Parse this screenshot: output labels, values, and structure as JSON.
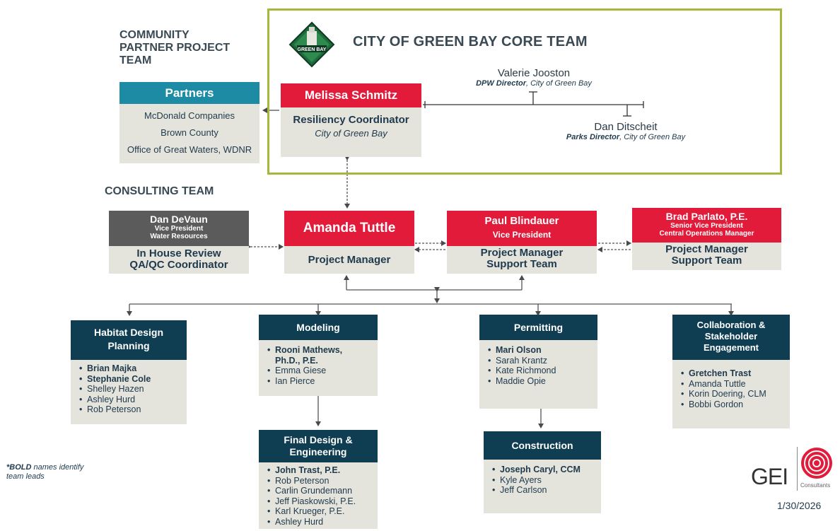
{
  "community": {
    "title_line1": "COMMUNITY",
    "title_line2": "PARTNER PROJECT",
    "title_line3": "TEAM",
    "partners_header": "Partners",
    "partners": [
      "McDonald Companies",
      "Brown County",
      "Office of Great Waters, WDNR"
    ]
  },
  "core": {
    "title": "CITY OF GREEN BAY  CORE TEAM",
    "melissa_name": "Melissa Schmitz",
    "melissa_role": "Resiliency Coordinator",
    "melissa_org": "City of Green Bay",
    "valerie_name": "Valerie Jooston",
    "valerie_title_bold": "DPW Director",
    "valerie_title_rest": ", City of Green Bay",
    "dan_name": "Dan Ditscheit",
    "dan_title_bold": "Parks Director",
    "dan_title_rest": ", City of Green Bay"
  },
  "consulting": {
    "title": "CONSULTING TEAM",
    "devaun_name": "Dan DeVaun",
    "devaun_title1": "Vice President",
    "devaun_title2": "Water Resources",
    "devaun_role1": "In House Review",
    "devaun_role2": "QA/QC Coordinator",
    "tuttle_name": "Amanda Tuttle",
    "tuttle_role": "Project Manager",
    "blindauer_name": "Paul Blindauer",
    "blindauer_title": "Vice President",
    "blindauer_role1": "Project Manager",
    "blindauer_role2": "Support Team",
    "parlato_name": "Brad Parlato, P.E.",
    "parlato_title1": "Senior Vice President",
    "parlato_title2": "Central Operations Manager",
    "parlato_role1": "Project Manager",
    "parlato_role2": "Support Team"
  },
  "teams": {
    "habitat": {
      "title1": "Habitat Design",
      "title2": "Planning",
      "members": [
        {
          "name": "Brian Majka",
          "lead": true
        },
        {
          "name": "Stephanie Cole",
          "lead": true
        },
        {
          "name": "Shelley Hazen",
          "lead": false
        },
        {
          "name": "Ashley Hurd",
          "lead": false
        },
        {
          "name": "Rob Peterson",
          "lead": false
        }
      ]
    },
    "modeling": {
      "title": "Modeling",
      "members": [
        {
          "name": "Rooni Mathews,",
          "lead": true
        },
        {
          "name": "Ph.D., P.E.",
          "lead": true,
          "cont": true
        },
        {
          "name": "Emma Giese",
          "lead": false
        },
        {
          "name": "Ian Pierce",
          "lead": false
        }
      ]
    },
    "final": {
      "title1": "Final Design &",
      "title2": "Engineering",
      "members": [
        {
          "name": "John Trast, P.E.",
          "lead": true
        },
        {
          "name": "Rob Peterson",
          "lead": false
        },
        {
          "name": "Carlin Grundemann",
          "lead": false
        },
        {
          "name": "Jeff Piaskowski, P.E.",
          "lead": false
        },
        {
          "name": "Karl Krueger, P.E.",
          "lead": false
        },
        {
          "name": "Ashley Hurd",
          "lead": false
        }
      ]
    },
    "permitting": {
      "title": "Permitting",
      "members": [
        {
          "name": "Mari Olson",
          "lead": true
        },
        {
          "name": "Sarah Krantz",
          "lead": false
        },
        {
          "name": "Kate Richmond",
          "lead": false
        },
        {
          "name": "Maddie Opie",
          "lead": false
        }
      ]
    },
    "construction": {
      "title": "Construction",
      "members": [
        {
          "name": "Joseph Caryl, CCM",
          "lead": true
        },
        {
          "name": "Kyle Ayers",
          "lead": false
        },
        {
          "name": "Jeff Carlson",
          "lead": false
        }
      ]
    },
    "collab": {
      "title1": "Collaboration &",
      "title2": "Stakeholder",
      "title3": "Engagement",
      "members": [
        {
          "name": "Gretchen Trast",
          "lead": true
        },
        {
          "name": "Amanda Tuttle",
          "lead": false
        },
        {
          "name": "Korin Doering, CLM",
          "lead": false
        },
        {
          "name": "Bobbi Gordon",
          "lead": false
        }
      ]
    }
  },
  "footnote": {
    "bold": "*BOLD",
    "rest_line1": " names identify",
    "line2": "team leads"
  },
  "brand": {
    "gei": "GEI",
    "consultants": "Consultants",
    "logo_city_text": "GREEN BAY"
  },
  "date": "1/30/2026",
  "colors": {
    "red": "#e31b3b",
    "teal": "#1e8ba5",
    "navy": "#0f3e52",
    "grey_box": "#e4e3dc",
    "frame_green": "#a8b63a"
  }
}
